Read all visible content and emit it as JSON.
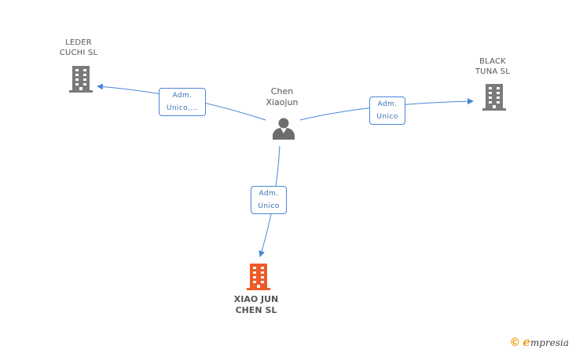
{
  "graph": {
    "nodes": {
      "leder_cuchi": {
        "lines": [
          "LEDER",
          "CUCHI SL"
        ],
        "type": "company"
      },
      "black_tuna": {
        "lines": [
          "BLACK",
          "TUNA SL"
        ],
        "type": "company"
      },
      "person": {
        "lines": [
          "Chen",
          "Xiaojun"
        ],
        "type": "person"
      },
      "xiao_jun_chen": {
        "lines": [
          "XIAO JUN",
          "CHEN SL"
        ],
        "type": "company",
        "highlight": true
      }
    },
    "edges": [
      {
        "from": "person",
        "to": "leder_cuchi",
        "label_lines": [
          "Adm.",
          "Unico,..."
        ]
      },
      {
        "from": "person",
        "to": "black_tuna",
        "label_lines": [
          "Adm.",
          "Unico"
        ]
      },
      {
        "from": "person",
        "to": "xiao_jun_chen",
        "label_lines": [
          "Adm.",
          "Unico"
        ]
      }
    ]
  },
  "colors": {
    "company_icon": "#7a7a7a",
    "highlight_icon": "#f05a28",
    "person_icon": "#6d6d6d",
    "edge": "#4a86d9"
  },
  "brand": {
    "symbol": "©",
    "initial": "e",
    "rest": "mpresia"
  }
}
